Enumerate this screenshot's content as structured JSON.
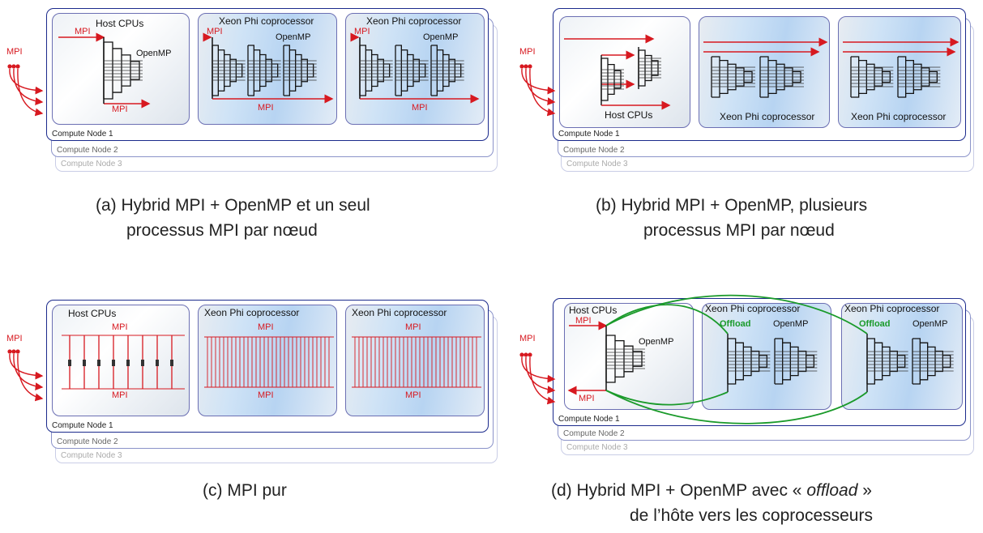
{
  "labels": {
    "host": "Host CPUs",
    "phi": "Xeon Phi coprocessor",
    "openmp": "OpenMP",
    "mpi": "MPI",
    "offload": "Offload",
    "node1": "Compute Node 1",
    "node2": "Compute Node 2",
    "node3": "Compute Node 3"
  },
  "captions": {
    "a_line1": "(a)  Hybrid MPI + OpenMP et un seul",
    "a_line2": "processus MPI par nœud",
    "b_line1": "(b)  Hybrid MPI + OpenMP, plusieurs",
    "b_line2": "processus MPI par nœud",
    "c_line1": "(c)   MPI pur",
    "d_line1_pre": "(d)  Hybrid MPI + OpenMP avec « ",
    "d_line1_em": "offload",
    "d_line1_post": " »",
    "d_line2": "de l’hôte vers les coprocesseurs"
  },
  "colors": {
    "mpi": "#d71920",
    "offload": "#1a9a2a",
    "node_border": "#1b2a8c",
    "box_border": "#6b6fb3"
  }
}
